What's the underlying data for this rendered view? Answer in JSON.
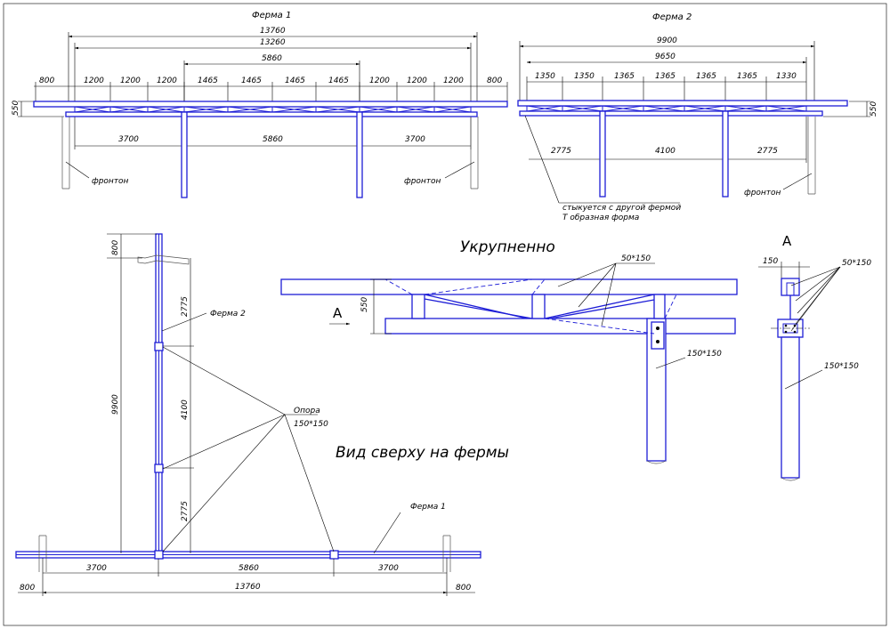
{
  "truss1": {
    "title": "Ферма 1",
    "dim_total_outer": "13760",
    "dim_total_inner": "13260",
    "dim_mid": "5860",
    "segments": [
      "1200",
      "1200",
      "1200",
      "1465",
      "1465",
      "1465",
      "1465",
      "1200",
      "1200",
      "1200"
    ],
    "overhang_left": "800",
    "overhang_right": "800",
    "height": "550",
    "spans": [
      "3700",
      "5860",
      "3700"
    ],
    "gable_left": "фронтон",
    "gable_right": "фронтон"
  },
  "truss2": {
    "title": "Ферма 2",
    "dim_total_outer": "9900",
    "dim_total_inner": "9650",
    "segments": [
      "1350",
      "1350",
      "1365",
      "1365",
      "1365",
      "1365",
      "1330"
    ],
    "height": "550",
    "spans": [
      "2775",
      "4100",
      "2775"
    ],
    "note_line1": "стыкуется с другой фермой",
    "note_line2": "Т образная форма",
    "gable": "фронтон"
  },
  "detail": {
    "title": "Укрупненно",
    "member_label": "50*150",
    "post_label": "150*150",
    "height": "550",
    "view_marker": "А"
  },
  "section": {
    "title": "А",
    "width": "150",
    "member_label": "50*150",
    "post_label": "150*150"
  },
  "plan": {
    "title": "Вид сверху на фермы",
    "dim_top": "800",
    "dim_total": "9900",
    "spans_vertical": [
      "2775",
      "4100",
      "2775"
    ],
    "truss2_label": "Ферма 2",
    "truss1_label": "Ферма 1",
    "support_label": "Опора",
    "support_size": "150*150",
    "spans_bottom": [
      "3700",
      "5860",
      "3700"
    ],
    "overhang_left": "800",
    "overhang_right": "800",
    "dim_total_bottom": "13760"
  }
}
